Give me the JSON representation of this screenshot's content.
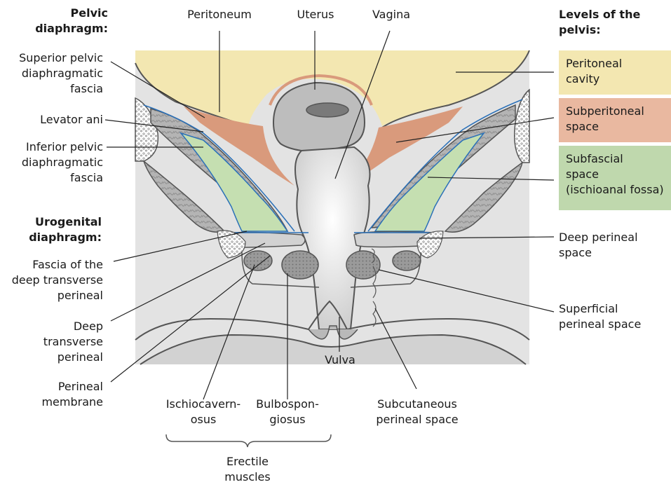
{
  "headings": {
    "pelvic_diaphragm": [
      "Pelvic",
      "diaphragm:"
    ],
    "urogenital_diaphragm": [
      "Urogenital",
      "diaphragm:"
    ],
    "levels": [
      "Levels of the",
      "pelvis:"
    ]
  },
  "labels": {
    "peritoneum": "Peritoneum",
    "uterus": "Uterus",
    "vagina": "Vagina",
    "superior_fascia": [
      "Superior pelvic",
      "diaphragmatic",
      "fascia"
    ],
    "levator_ani": "Levator ani",
    "inferior_fascia": [
      "Inferior pelvic",
      "diaphragmatic",
      "fascia"
    ],
    "fascia_deep_transverse": [
      "Fascia of the",
      "deep transverse",
      "perineal"
    ],
    "deep_transverse": [
      "Deep",
      "transverse",
      "perineal"
    ],
    "perineal_membrane": [
      "Perineal",
      "membrane"
    ],
    "ischiocavernosus": [
      "Ischiocavern-",
      "osus"
    ],
    "bulbospongiosus": [
      "Bulbospon-",
      "giosus"
    ],
    "erectile_muscles": [
      "Erectile",
      "muscles"
    ],
    "vulva": "Vulva",
    "subcutaneous": [
      "Subcutaneous",
      "perineal space"
    ],
    "deep_perineal_space": [
      "Deep perineal",
      "space"
    ],
    "superficial_perineal_space": [
      "Superficial",
      "perineal space"
    ]
  },
  "levels": [
    {
      "lines": [
        "Peritoneal",
        "cavity"
      ],
      "color": "#f3e7b1"
    },
    {
      "lines": [
        "Subperitoneal",
        "space"
      ],
      "color": "#e9b8a0"
    },
    {
      "lines": [
        "Subfascial",
        "space",
        "(ischioanal fossa)"
      ],
      "color": "#bfd8ad"
    }
  ],
  "colors": {
    "peritoneal": "#f3e7b1",
    "subperitoneal": "#d99a7c",
    "subfascial": "#c5dfb1",
    "fascia_line": "#2a70b8",
    "tissue": "#d9d9d9",
    "muscle": "#a9a9a9"
  }
}
